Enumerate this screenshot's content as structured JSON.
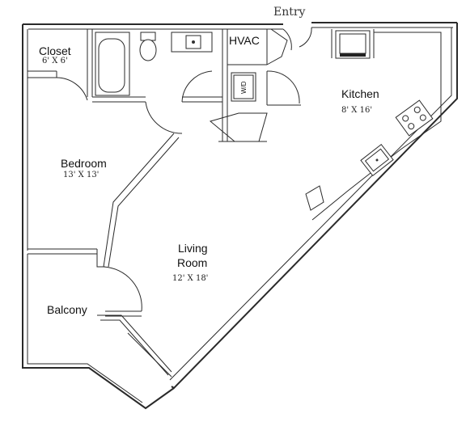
{
  "entry": "Entry",
  "rooms": {
    "closet": {
      "name": "Closet",
      "dims": "6' X 6'"
    },
    "bedroom": {
      "name": "Bedroom",
      "dims": "13' X 13'"
    },
    "kitchen": {
      "name": "Kitchen",
      "dims": "8' X 16'"
    },
    "living_1": "Living",
    "living_2": "Room",
    "living_dims": "12' X 18'",
    "balcony": {
      "name": "Balcony"
    },
    "hvac": {
      "name": "HVAC"
    }
  },
  "appliances": {
    "washer_dryer": "W/D"
  }
}
